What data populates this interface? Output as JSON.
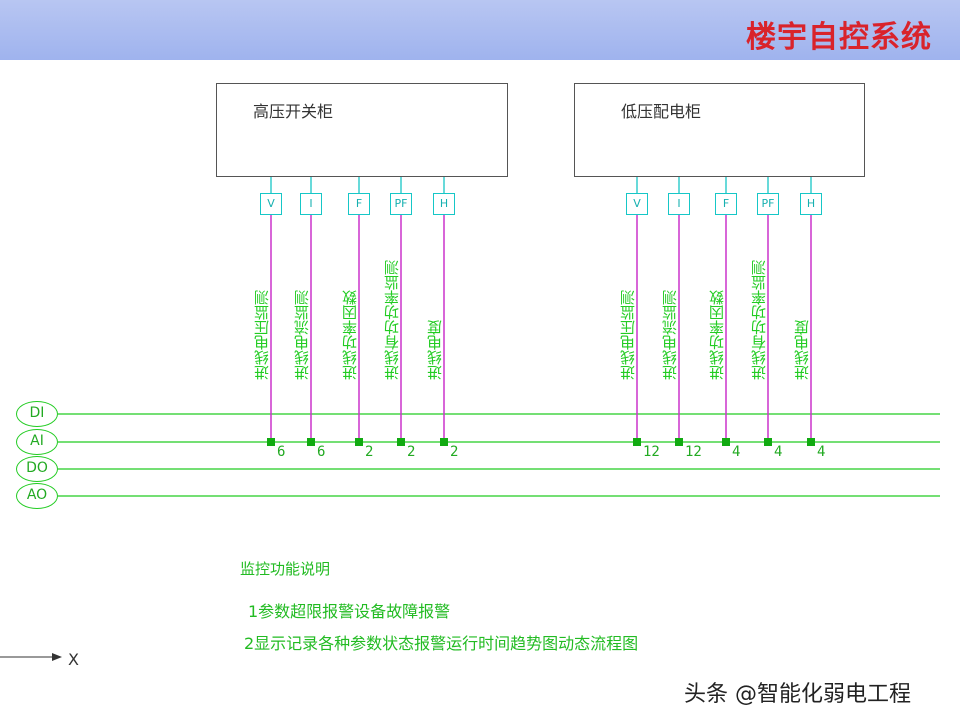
{
  "header": {
    "title": "楼宇自控系统"
  },
  "cabinets": [
    {
      "label": "高压开关柜",
      "sensors": [
        {
          "code": "V",
          "label": "进线电压监测",
          "count": "6"
        },
        {
          "code": "I",
          "label": "进线电流监测",
          "count": "6"
        },
        {
          "code": "F",
          "label": "进线功率因数",
          "count": "2"
        },
        {
          "code": "PF",
          "label": "进线有功功率监测",
          "count": "2"
        },
        {
          "code": "H",
          "label": "进线电度",
          "count": "2"
        }
      ]
    },
    {
      "label": "低压配电柜",
      "sensors": [
        {
          "code": "V",
          "label": "进线电压监测",
          "count": "12"
        },
        {
          "code": "I",
          "label": "进线电流监测",
          "count": "12"
        },
        {
          "code": "F",
          "label": "进线功率因数",
          "count": "4"
        },
        {
          "code": "PF",
          "label": "进线有功功率监测",
          "count": "4"
        },
        {
          "code": "H",
          "label": "进线电度",
          "count": "4"
        }
      ]
    }
  ],
  "buses": [
    "DI",
    "AI",
    "DO",
    "AO"
  ],
  "notes": {
    "title": "监控功能说明",
    "items": [
      "1参数超限报警设备故障报警",
      "2显示记录各种参数状态报警运行时间趋势图动态流程图"
    ]
  },
  "axis_label": "X",
  "watermark": "头条 @智能化弱电工程",
  "colors": {
    "header": "#9fb3ee",
    "title": "#d9232b",
    "bus": "#22cc22",
    "signal": "#cc33cc",
    "sensor": "#16c7c7"
  }
}
